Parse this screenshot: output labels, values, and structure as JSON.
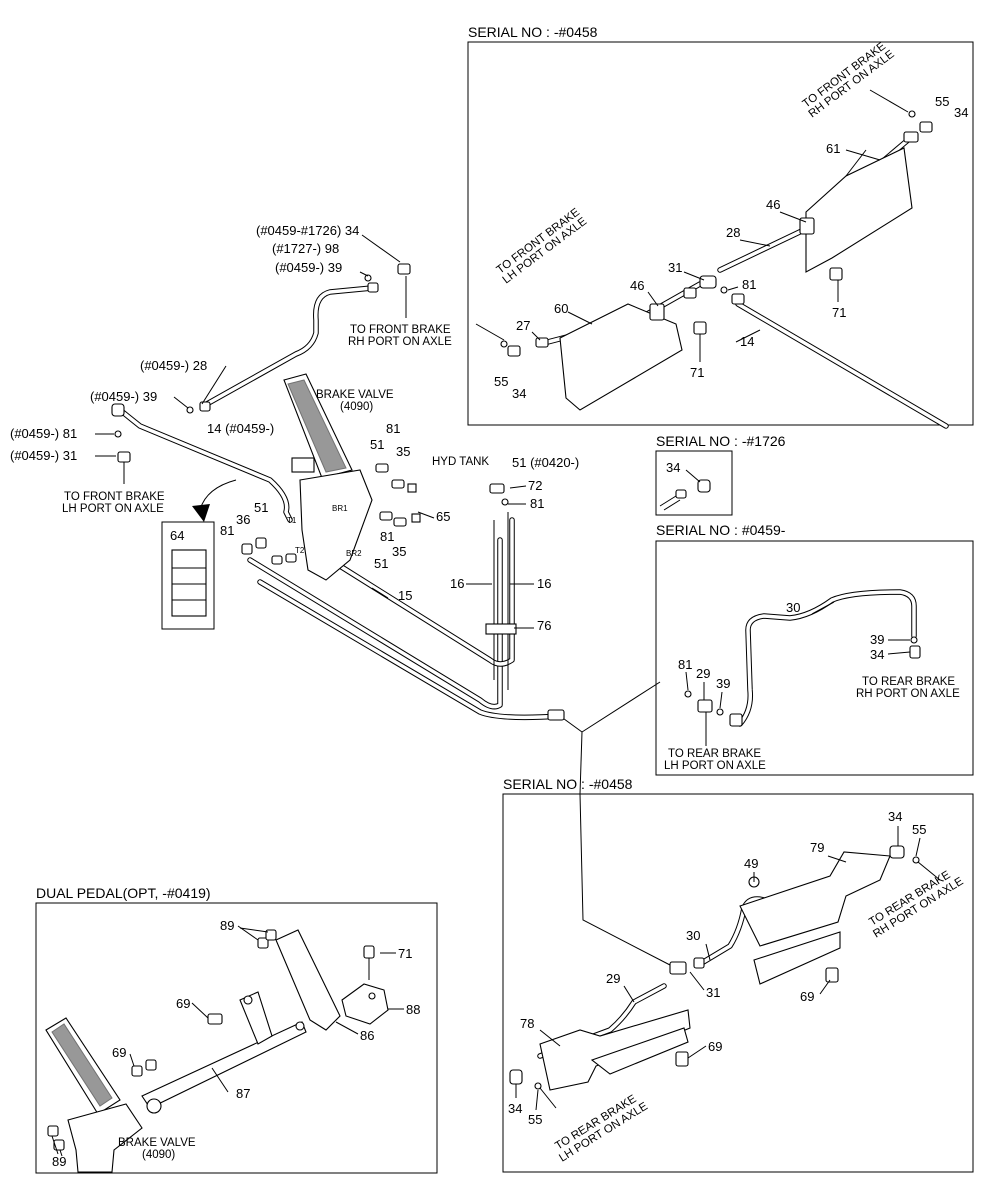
{
  "sections": {
    "top_right": "SERIAL NO : -#0458",
    "mid_small": "SERIAL NO : -#1726",
    "mid_right": "SERIAL NO : #0459-",
    "bottom_right": "SERIAL NO : -#0458",
    "dual_pedal": "DUAL PEDAL(OPT, -#0419)"
  },
  "notes": {
    "front_rh_1": "TO FRONT BRAKE",
    "front_rh_2": "RH PORT ON AXLE",
    "front_lh_1": "TO FRONT BRAKE",
    "front_lh_2": "LH PORT ON AXLE",
    "rear_rh_1": "TO REAR BRAKE",
    "rear_rh_2": "RH PORT ON AXLE",
    "rear_lh_1": "TO REAR BRAKE",
    "rear_lh_2": "LH PORT ON AXLE",
    "brake_valve": "BRAKE VALVE",
    "brake_valve_ref": "(4090)",
    "hyd_tank": "HYD TANK",
    "port_br1": "BR1",
    "port_br2": "BR2",
    "port_t1": "T1",
    "port_t2": "T2"
  },
  "callouts": {
    "main": {
      "c34": "(#0459-#1726) 34",
      "c98": "(#1727-) 98",
      "c39a": "(#0459-) 39",
      "c28": "(#0459-) 28",
      "c39b": "(#0459-) 39",
      "c81": "(#0459-) 81",
      "c31": "(#0459-) 31",
      "c14": "14 (#0459-)",
      "p81a": "81",
      "p51a": "51",
      "p35a": "35",
      "p65": "65",
      "p81b": "81",
      "p35b": "35",
      "p51b": "51",
      "p36": "36",
      "p51c": "51",
      "p81c": "81",
      "p64": "64",
      "p15": "15",
      "p16a": "16",
      "p16b": "16",
      "p76": "76",
      "p51tank": "51 (#0420-)",
      "p72": "72",
      "p81tank": "81"
    },
    "top_right": {
      "p55a": "55",
      "p34a": "34",
      "p61": "61",
      "p46a": "46",
      "p28": "28",
      "p31": "31",
      "p46b": "46",
      "p81": "81",
      "p71a": "71",
      "p60": "60",
      "p27": "27",
      "p14": "14",
      "p71b": "71",
      "p55b": "55",
      "p34b": "34"
    },
    "mid_small": {
      "p34": "34"
    },
    "mid_right": {
      "p30": "30",
      "p39a": "39",
      "p34": "34",
      "p81": "81",
      "p29": "29",
      "p39b": "39"
    },
    "bottom_right": {
      "p34a": "34",
      "p55a": "55",
      "p79": "79",
      "p49": "49",
      "p30": "30",
      "p29": "29",
      "p31": "31",
      "p69a": "69",
      "p78": "78",
      "p69b": "69",
      "p34b": "34",
      "p55b": "55"
    },
    "dual_pedal": {
      "p89a": "89",
      "p71": "71",
      "p69a": "69",
      "p88": "88",
      "p86": "86",
      "p69b": "69",
      "p87": "87",
      "p89b": "89"
    }
  }
}
